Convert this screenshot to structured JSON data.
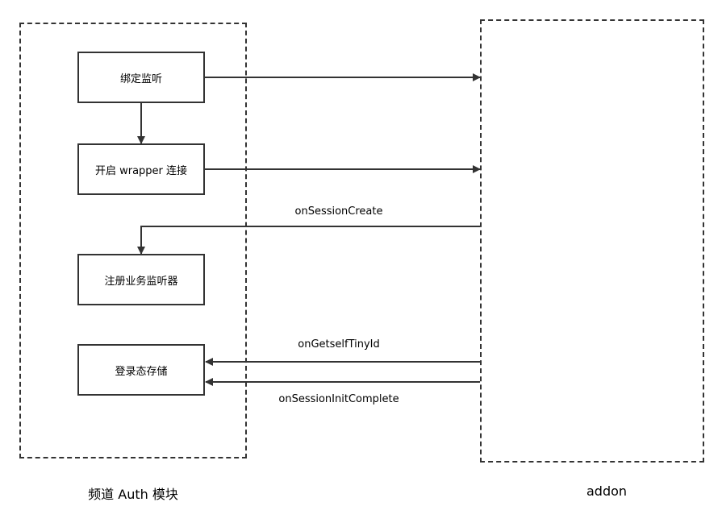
{
  "groups": {
    "auth": {
      "caption": "频道 Auth 模块"
    },
    "addon": {
      "caption": "addon"
    }
  },
  "nodes": {
    "bind": "绑定监听",
    "wrapper": "开启 wrapper 连接",
    "register": "注册业务监听器",
    "store": "登录态存储"
  },
  "edges": {
    "session_create": "onSessionCreate",
    "get_self_tiny_id": "onGetselfTinyId",
    "session_init_complete": "onSessionInitComplete"
  },
  "colors": {
    "stroke": "#333333",
    "background": "#ffffff"
  }
}
